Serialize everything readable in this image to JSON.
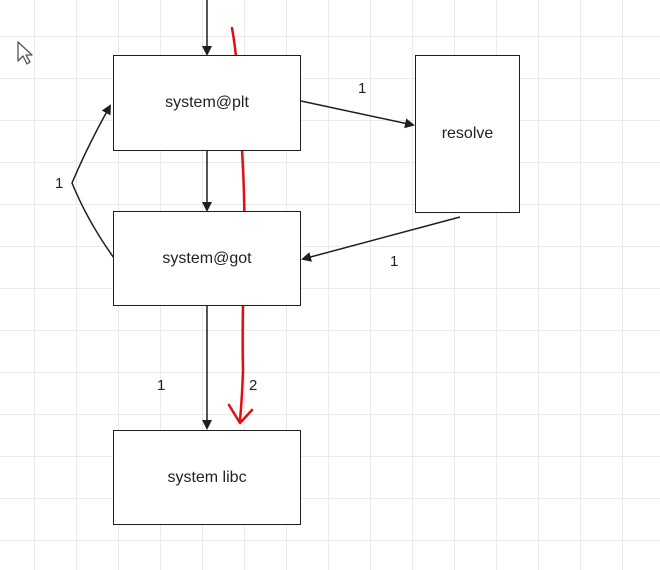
{
  "nodes": {
    "plt": "system@plt",
    "resolve": "resolve",
    "got": "system@got",
    "libc": "system libc"
  },
  "edge_labels": {
    "plt_to_resolve": "1",
    "got_to_plt": "1",
    "resolve_to_got": "1",
    "got_to_libc": "1",
    "annotation": "2"
  },
  "colors": {
    "stroke": "#1e1e1e",
    "annotation": "#e01010",
    "grid": "#eaeaea"
  },
  "icons": {
    "cursor": "mouse-pointer-icon"
  }
}
